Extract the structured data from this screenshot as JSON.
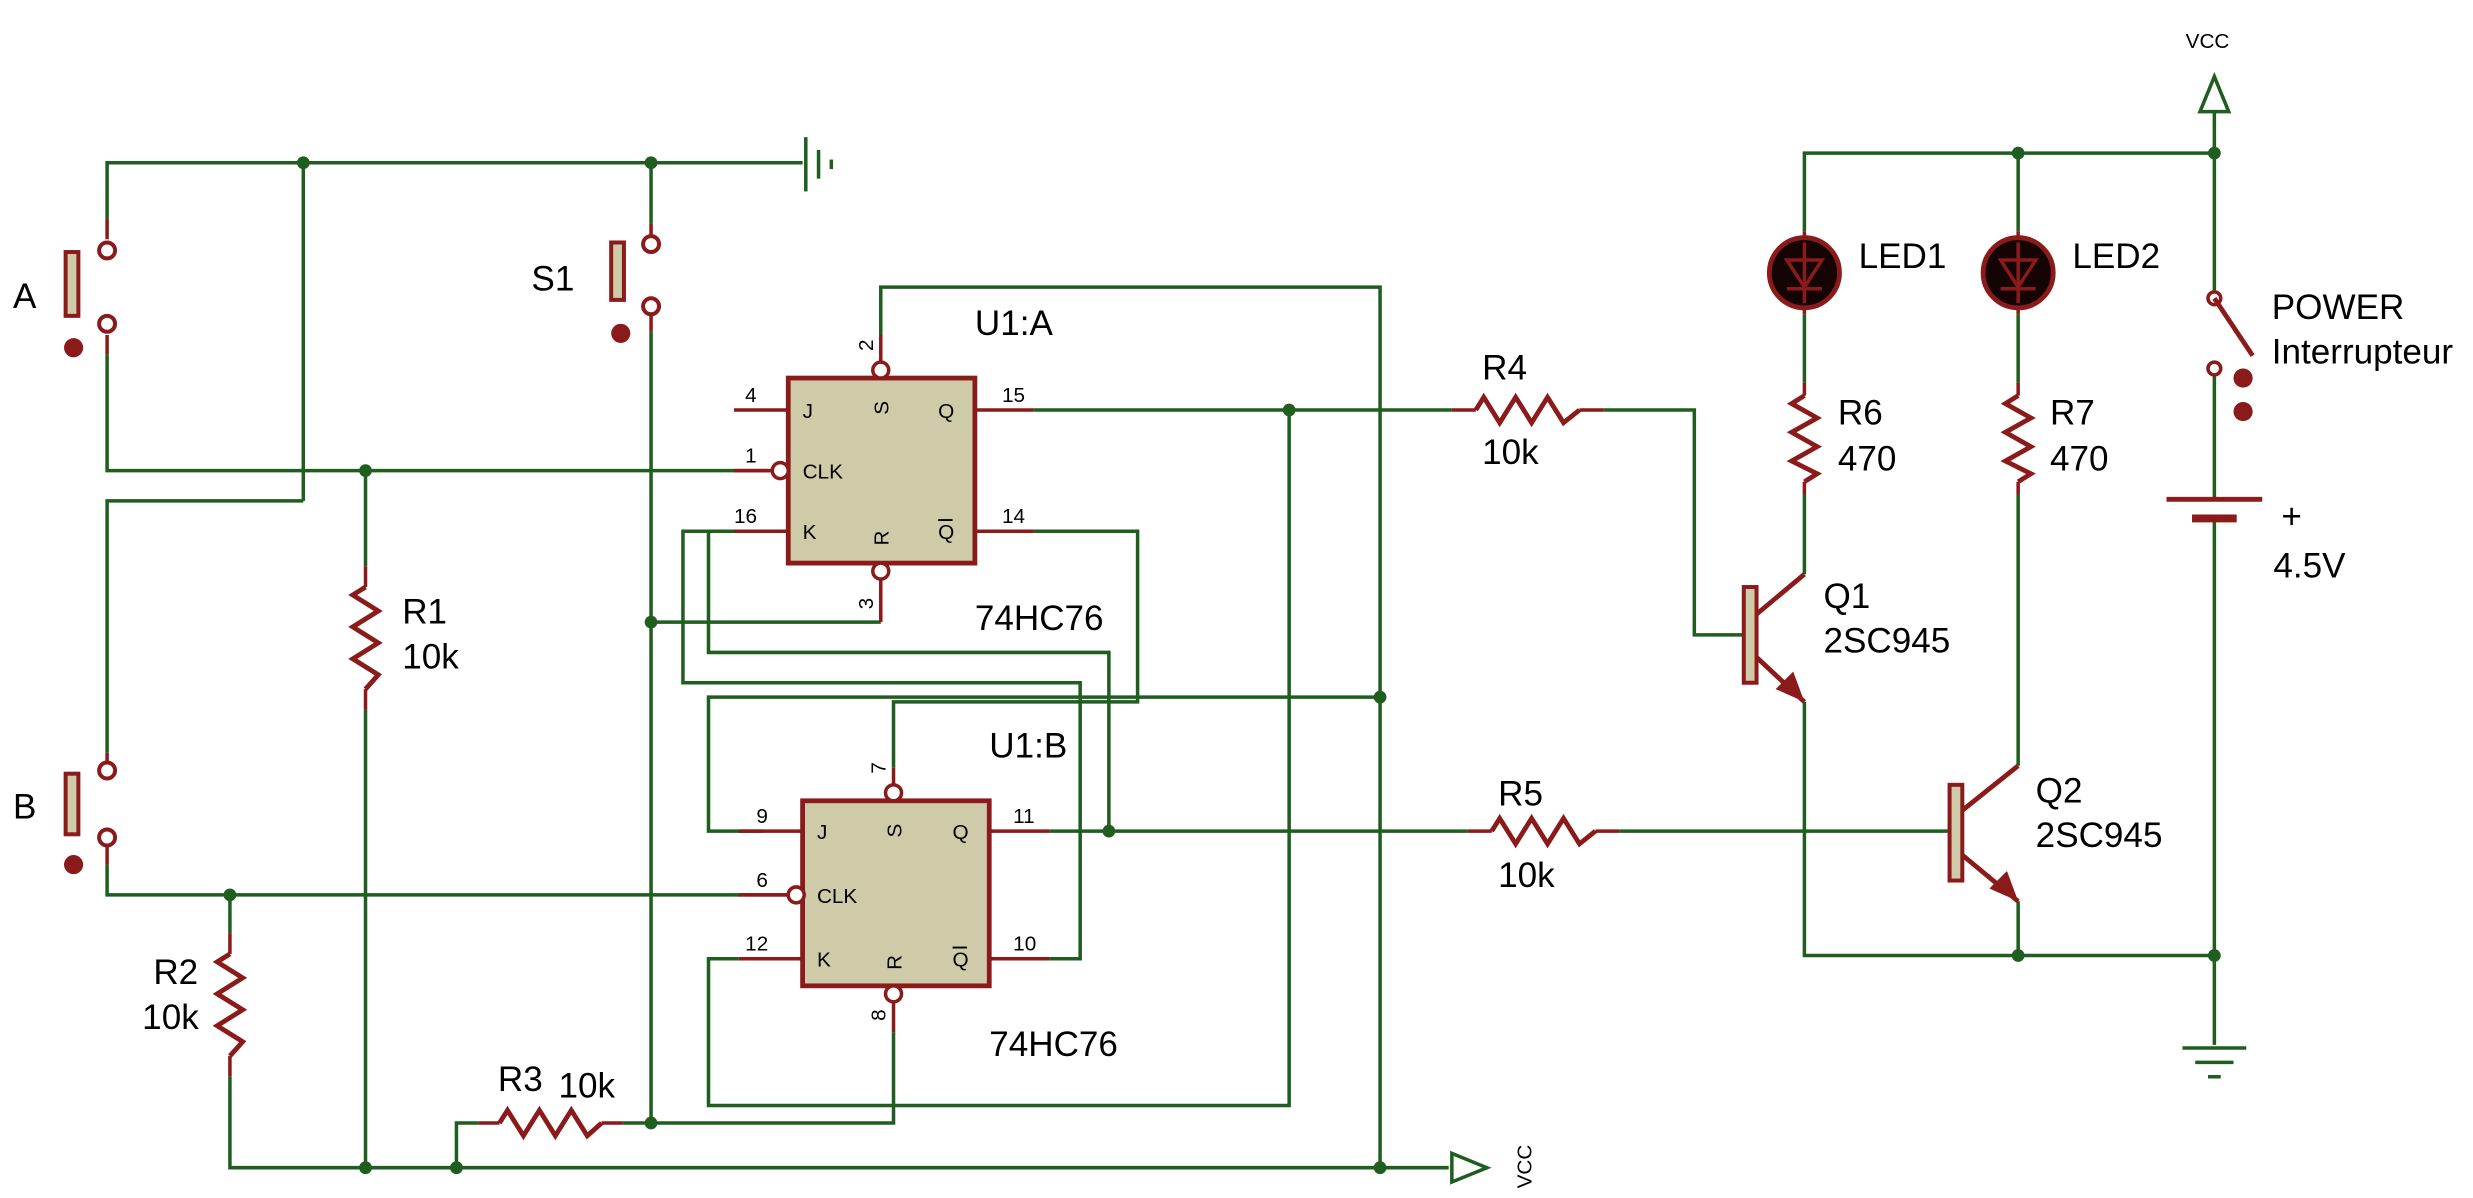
{
  "components": {
    "switch_a": {
      "ref": "A"
    },
    "switch_b": {
      "ref": "B"
    },
    "switch_s1": {
      "ref": "S1"
    },
    "r1": {
      "ref": "R1",
      "value": "10k"
    },
    "r2": {
      "ref": "R2",
      "value": "10k"
    },
    "r3": {
      "ref": "R3",
      "value": "10k"
    },
    "r4": {
      "ref": "R4",
      "value": "10k"
    },
    "r5": {
      "ref": "R5",
      "value": "10k"
    },
    "r6": {
      "ref": "R6",
      "value": "470"
    },
    "r7": {
      "ref": "R7",
      "value": "470"
    },
    "led1": {
      "ref": "LED1"
    },
    "led2": {
      "ref": "LED2"
    },
    "q1": {
      "ref": "Q1",
      "part": "2SC945"
    },
    "q2": {
      "ref": "Q2",
      "part": "2SC945"
    },
    "power": {
      "ref": "POWER",
      "name": "Interrupteur"
    },
    "battery": {
      "value": "4.5V",
      "polarity": "+"
    },
    "u1a": {
      "ref": "U1:A",
      "part": "74HC76",
      "pins": {
        "j": "4",
        "clk": "1",
        "k": "16",
        "s": "2",
        "r": "3",
        "q": "15",
        "qbar": "14"
      }
    },
    "u1b": {
      "ref": "U1:B",
      "part": "74HC76",
      "pins": {
        "j": "9",
        "clk": "6",
        "k": "12",
        "s": "7",
        "r": "8",
        "q": "11",
        "qbar": "10"
      }
    }
  },
  "pin_labels": {
    "j": "J",
    "k": "K",
    "clk": "CLK",
    "s": "S",
    "r": "R",
    "q": "Q",
    "qbar": "Q"
  },
  "power_labels": {
    "vcc_top": "VCC",
    "vcc_bottom": "VCC"
  }
}
